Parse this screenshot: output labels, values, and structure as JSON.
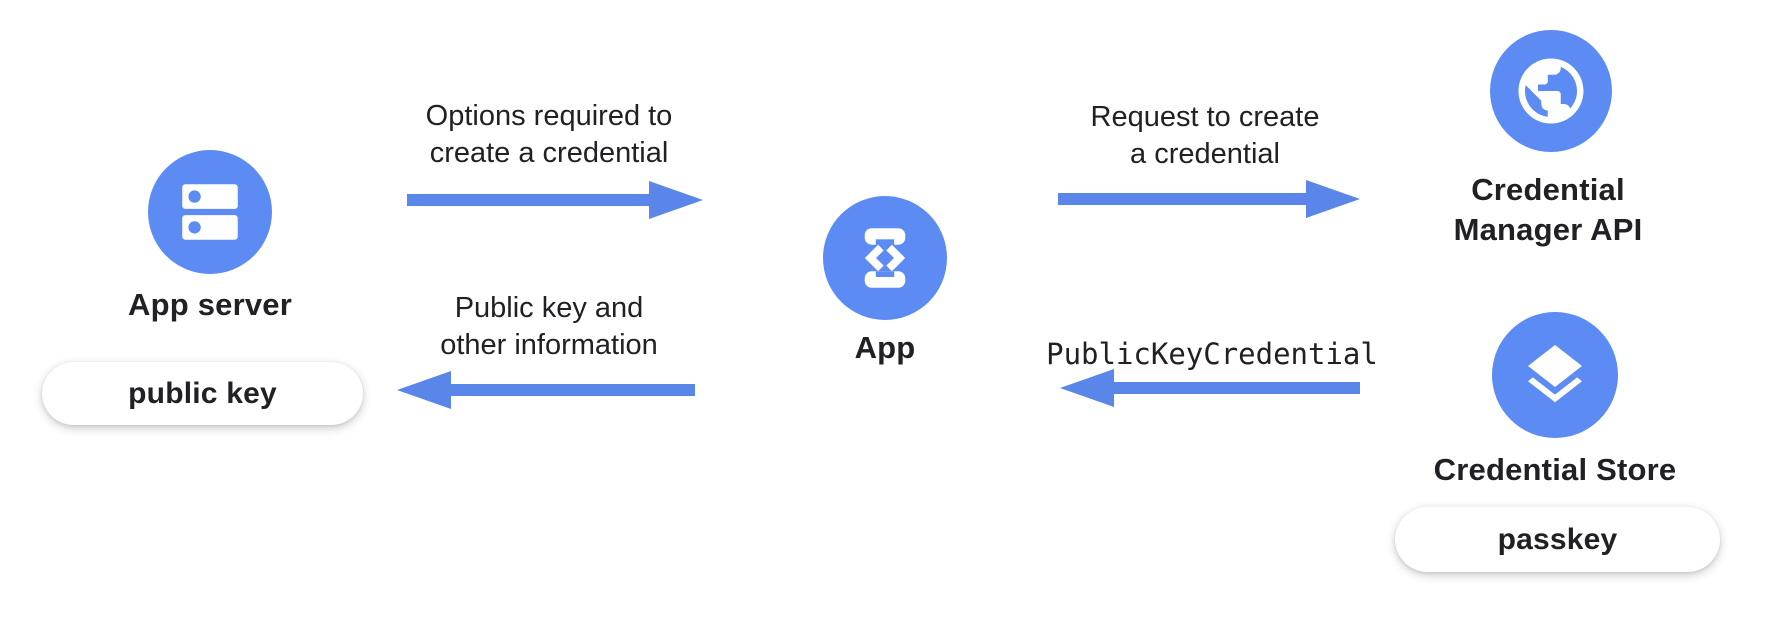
{
  "colors": {
    "node_blue": "#5C8BF4",
    "arrow_blue": "#5B86E9",
    "text_dark": "#202124",
    "pill_bg": "#FFFFFF",
    "background": "#FFFFFF"
  },
  "nodes": {
    "app_server": {
      "label": "App server",
      "icon": "server-icon",
      "badge": "public key"
    },
    "app": {
      "label": "App",
      "icon": "phone-code-icon"
    },
    "credential_manager_api": {
      "label_line1": "Credential",
      "label_line2": "Manager API",
      "icon": "globe-icon"
    },
    "credential_store": {
      "label": "Credential Store",
      "icon": "layers-icon",
      "badge": "passkey"
    }
  },
  "flows": {
    "options_to_create": {
      "label_line1": "Options required to",
      "label_line2": "create a credential",
      "direction": "right"
    },
    "request_to_create": {
      "label_line1": "Request to create",
      "label_line2": "a credential",
      "direction": "right"
    },
    "public_key_return": {
      "label_line1": "Public key and",
      "label_line2": "other information",
      "direction": "left"
    },
    "public_key_credential": {
      "label": "PublicKeyCredential",
      "direction": "left"
    }
  }
}
